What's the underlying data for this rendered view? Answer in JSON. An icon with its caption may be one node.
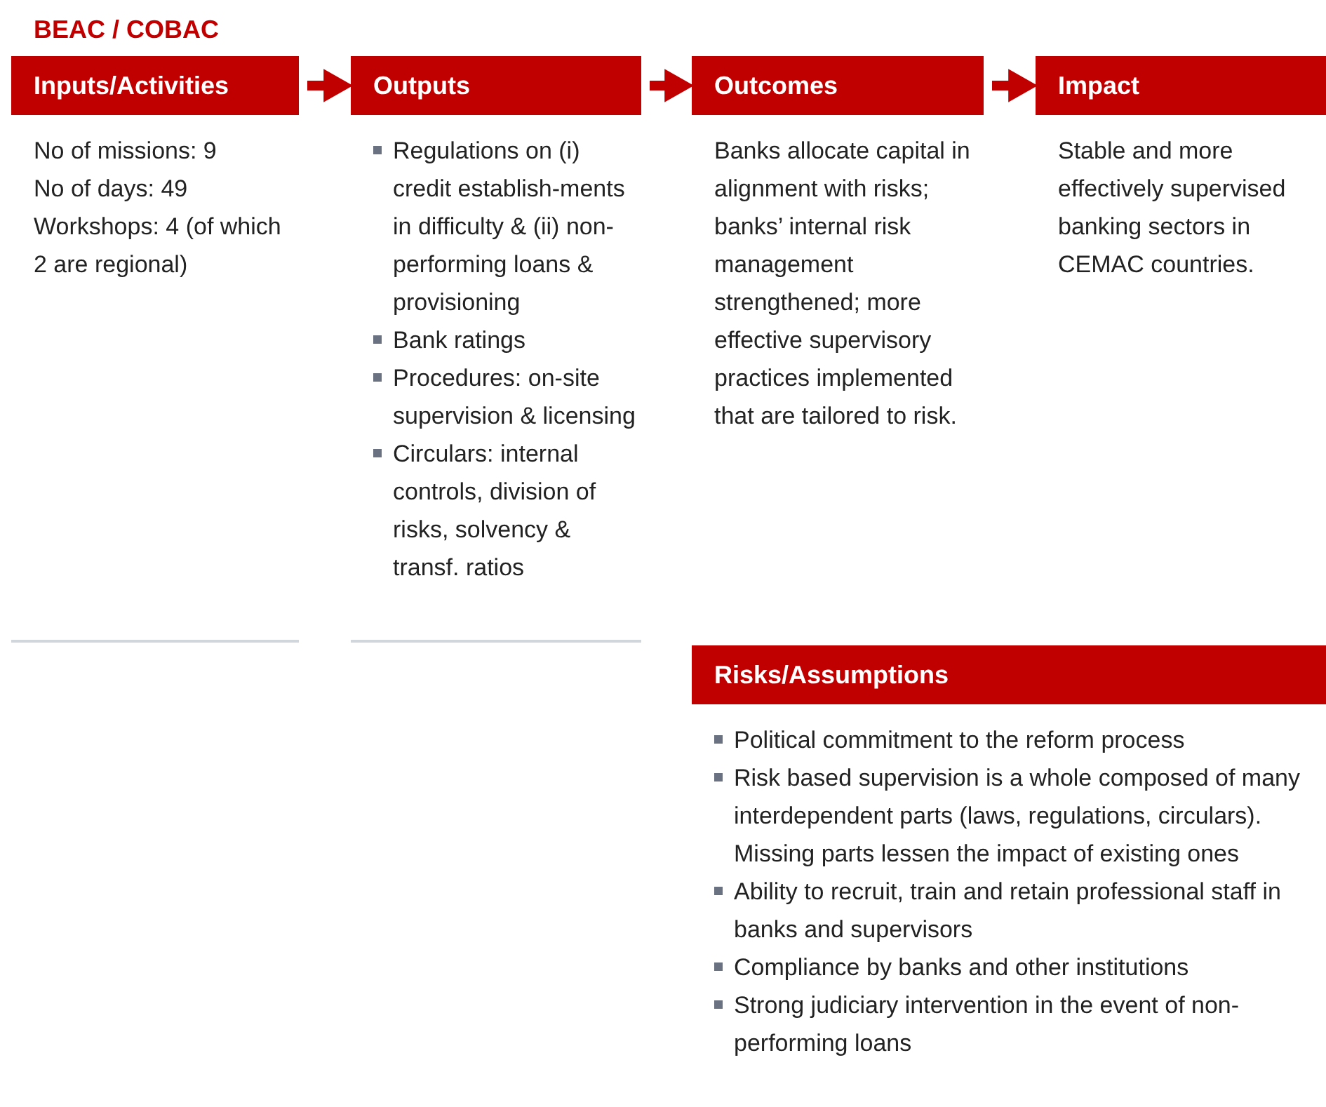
{
  "diagram": {
    "title": "BEAC / COBAC",
    "nodes": [
      {
        "text": [
          "Inputs/Activities",
          "No of missions: 9",
          "No of days: 49",
          "Workshops: 4 (of which 2 are regional)"
        ]
      },
      {
        "text": [
          "Outputs",
          "Regulations on (i) credit establish-ments in difficulty & (ii) non-performing loans & provisioning",
          "Bank ratings",
          "Procedures: on-site supervision & licensing",
          "Circulars: internal controls, division of risks, solvency & transf. ratios"
        ]
      },
      {
        "text": [
          "Outcomes",
          "Banks allocate capital in alignment with risks; banks’ internal risk management strengthened; more effective supervisory practices implemented that are tailored to risk."
        ]
      },
      {
        "text": [
          "Impact",
          "Stable and more effectively supervised banking sectors in CEMAC countries."
        ]
      },
      {
        "text": [
          "Risks/Assumptions",
          "Political commitment to the reform process",
          "Risk based supervision is a whole composed of many interdependent parts (laws, regulations, circulars).  Missing parts lessen the impact of existing ones",
          "Ability to recruit, train and retain professional staff in banks and supervisors",
          "Compliance by banks and other institutions",
          "Strong judiciary intervention in the event of non-performing loans"
        ]
      }
    ],
    "edges": [
      {
        "from": 0,
        "to": 1,
        "arrow": "to"
      },
      {
        "from": 1,
        "to": 2,
        "arrow": "to"
      },
      {
        "from": 2,
        "to": 3,
        "arrow": "to"
      }
    ]
  }
}
